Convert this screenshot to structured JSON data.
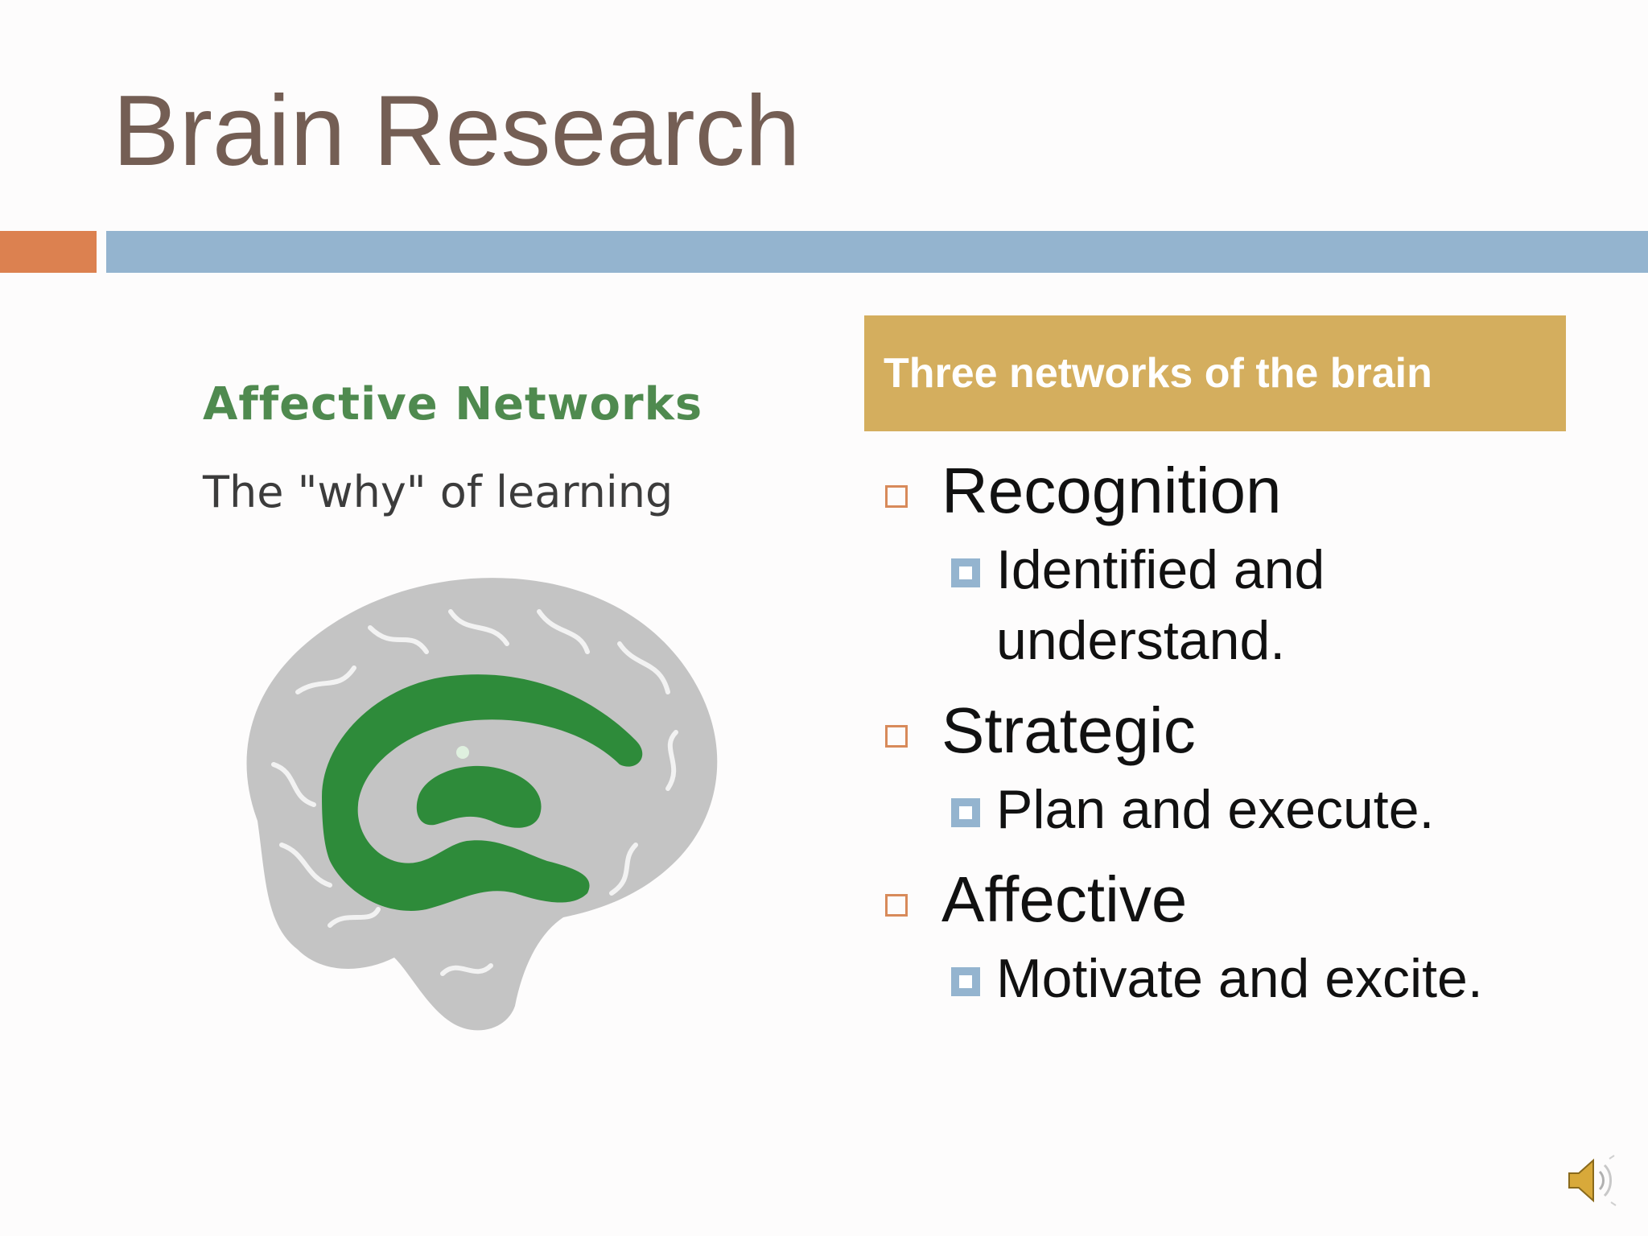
{
  "slide": {
    "title": "Brain Research",
    "colors": {
      "title": "#745e54",
      "accent_bar": "#dc8150",
      "main_bar": "#94b4cf",
      "panel_header": "#d4ae5e",
      "network_green": "#2e8b3a",
      "brain_gray": "#c4c4c4"
    }
  },
  "figure": {
    "heading": "Affective Networks",
    "caption": "The \"why\" of learning"
  },
  "panel": {
    "header": "Three networks of the brain",
    "items": [
      {
        "label": "Recognition",
        "sub": "Identified and understand."
      },
      {
        "label": "Strategic",
        "sub": "Plan and execute."
      },
      {
        "label": "Affective",
        "sub": "Motivate and excite."
      }
    ]
  },
  "icons": {
    "audio": "speaker-icon"
  }
}
